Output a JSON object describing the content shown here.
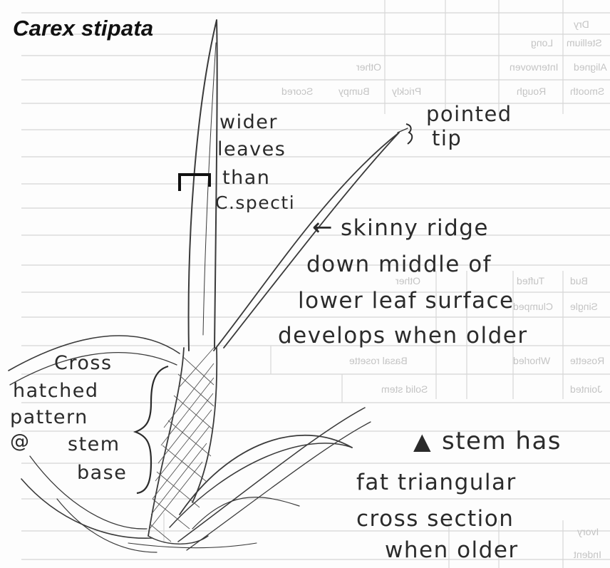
{
  "title": "Carex stipata",
  "notes": {
    "leaf_width": [
      "wider",
      "leaves",
      "than",
      "C.specti"
    ],
    "tip": [
      "pointed",
      "tip"
    ],
    "ridge": [
      "skinny ridge",
      "down middle of",
      "lower leaf surface",
      "develops when older"
    ],
    "ridge_arrow": "←",
    "cross_hatch": [
      "Cross",
      "hatched",
      "pattern",
      "@",
      "stem",
      "base"
    ],
    "stem_marker": "▲",
    "stem_shape": [
      "stem has",
      "fat triangular",
      "cross section",
      "when older"
    ]
  },
  "background_form": {
    "top_rows": [
      "Dry",
      "Stellium",
      "Long",
      "Aligned",
      "Interwoven",
      "Other",
      "Smooth",
      "Rough",
      "Prickly",
      "Bumpy",
      "Scored"
    ],
    "middle_rows": [
      "Bud",
      "Tufted",
      "Other",
      "Single",
      "Clumped",
      "Rosette",
      "Whorled",
      "Basal rosette",
      "Jointed",
      "Solid stem"
    ],
    "bottom_rows": [
      "Ivory",
      "Indent"
    ]
  },
  "colors": {
    "paper": "#fdfdfb",
    "pencil": "#2b2b2b",
    "ink": "#111111",
    "bleed": "#c4c4c4"
  }
}
